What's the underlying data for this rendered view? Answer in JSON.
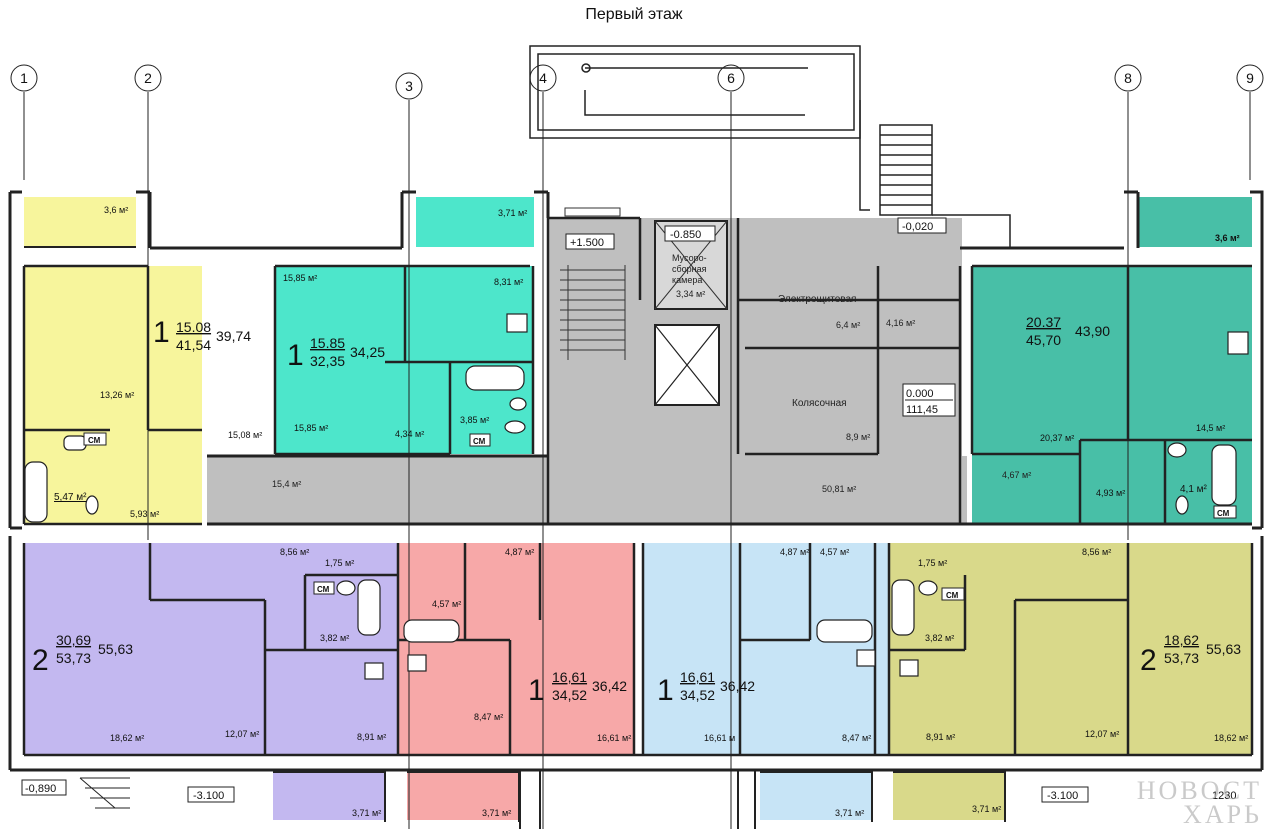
{
  "title": "Первый этаж",
  "colors": {
    "yellow": "#f7f59c",
    "green": "#4de6cb",
    "teal": "#48bfa7",
    "gray": "#bfbfbf",
    "violet": "#c3b8f0",
    "pink": "#f7a8a8",
    "blue": "#c7e4f6",
    "olive": "#d9d98a",
    "wall": "#222222"
  },
  "axes": [
    "1",
    "2",
    "3",
    "4",
    "6",
    "8",
    "9"
  ],
  "levels": {
    "stair_landing": "+1.500",
    "chute": "-0.850",
    "entrance": "-0,020",
    "lobby": "0.000",
    "lobby_area": "111,45",
    "left_bottom": "-0,890",
    "left_pit": "-3.100",
    "right_pit": "-3.100",
    "right_cut": "1230"
  },
  "rooms": {
    "chute_label1": "Мусоро-",
    "chute_label2": "сборная",
    "chute_label3": "камера",
    "chute_area": "3,34 м²",
    "electric": "Электрощитовая",
    "electric_area": "6,4 м²",
    "stroller": "Колясочная",
    "stroller_area": "8,9 м²",
    "small_room": "4,16 м²",
    "corridor_left": "15,4 м²",
    "corridor_center": "50,81 м²",
    "corridor_right": "4,67 м²"
  },
  "apartments": [
    {
      "rooms": "1",
      "living": "15.08",
      "total": "41,54",
      "alt": "39,74",
      "areas": [
        "3,6 м²",
        "13,26 м²",
        "15,08 м²",
        "5,47 м²",
        "5,93 м²"
      ]
    },
    {
      "rooms": "1",
      "living": "15.85",
      "total": "32,35",
      "alt": "34,25",
      "areas": [
        "3,71 м²",
        "15,85 м²",
        "8,31 м²",
        "15,85 м²",
        "4,34 м²",
        "3,85 м²"
      ]
    },
    {
      "rooms": "",
      "living": "20.37",
      "total": "45,70",
      "alt": "43,90",
      "areas": [
        "3,6 м²",
        "20,37 м²",
        "14,5 м²",
        "4,93 м²",
        "4,1 м²"
      ]
    },
    {
      "rooms": "2",
      "living": "30,69",
      "total": "53,73",
      "alt": "55,63",
      "areas": [
        "8,56 м²",
        "1,75 м²",
        "3,82 м²",
        "18,62 м²",
        "12,07 м²",
        "8,91 м²"
      ]
    },
    {
      "rooms": "1",
      "living": "16,61",
      "total": "34,52",
      "alt": "36,42",
      "areas": [
        "4,87 м²",
        "4,57 м²",
        "8,47 м²",
        "16,61 м²",
        "3,71 м²"
      ]
    },
    {
      "rooms": "1",
      "living": "16,61",
      "total": "34,52",
      "alt": "36,42",
      "areas": [
        "4,87 м²",
        "4,57 м²",
        "16,61 м",
        "8,47 м²",
        "3,71 м²"
      ]
    },
    {
      "rooms": "2",
      "living": "18,62",
      "total": "53,73",
      "alt": "55,63",
      "areas": [
        "1,75 м²",
        "8,56 м²",
        "3,82 м²",
        "8,91 м²",
        "12,07 м²",
        "18,62 м²"
      ]
    }
  ],
  "balconies": [
    "3,71 м²",
    "3,71 м²",
    "3,71 м²",
    "3,71 м²",
    "3,71 м²"
  ],
  "sanitary": "СМ",
  "watermark": {
    "line1": "НОВОСТ",
    "line2": "ХАРЬ"
  }
}
